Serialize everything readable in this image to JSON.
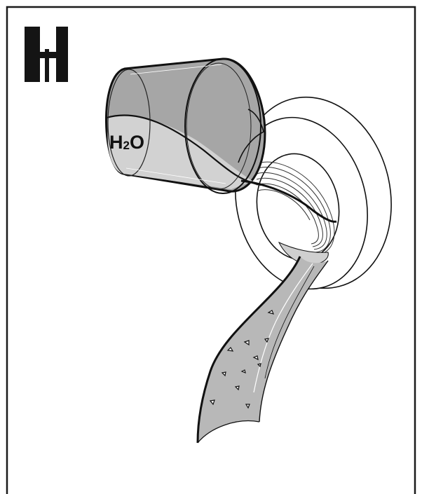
{
  "step_marker": {
    "letter": "H",
    "icon": "step-letter-h-icon"
  },
  "vessel_label": {
    "main_a": "H",
    "subscript": "2",
    "main_b": "O"
  },
  "colors": {
    "frame": "#1a1a1a",
    "marker": "#141414",
    "cup_fill": "#a6a6a6",
    "cup_interior": "#d2d2d2",
    "water_stream": "#b8b8b8",
    "stroke": "#111111"
  },
  "icons": [
    "water-cup-icon",
    "drum-opening-icon",
    "water-stream-icon",
    "debris-particle-icon"
  ]
}
